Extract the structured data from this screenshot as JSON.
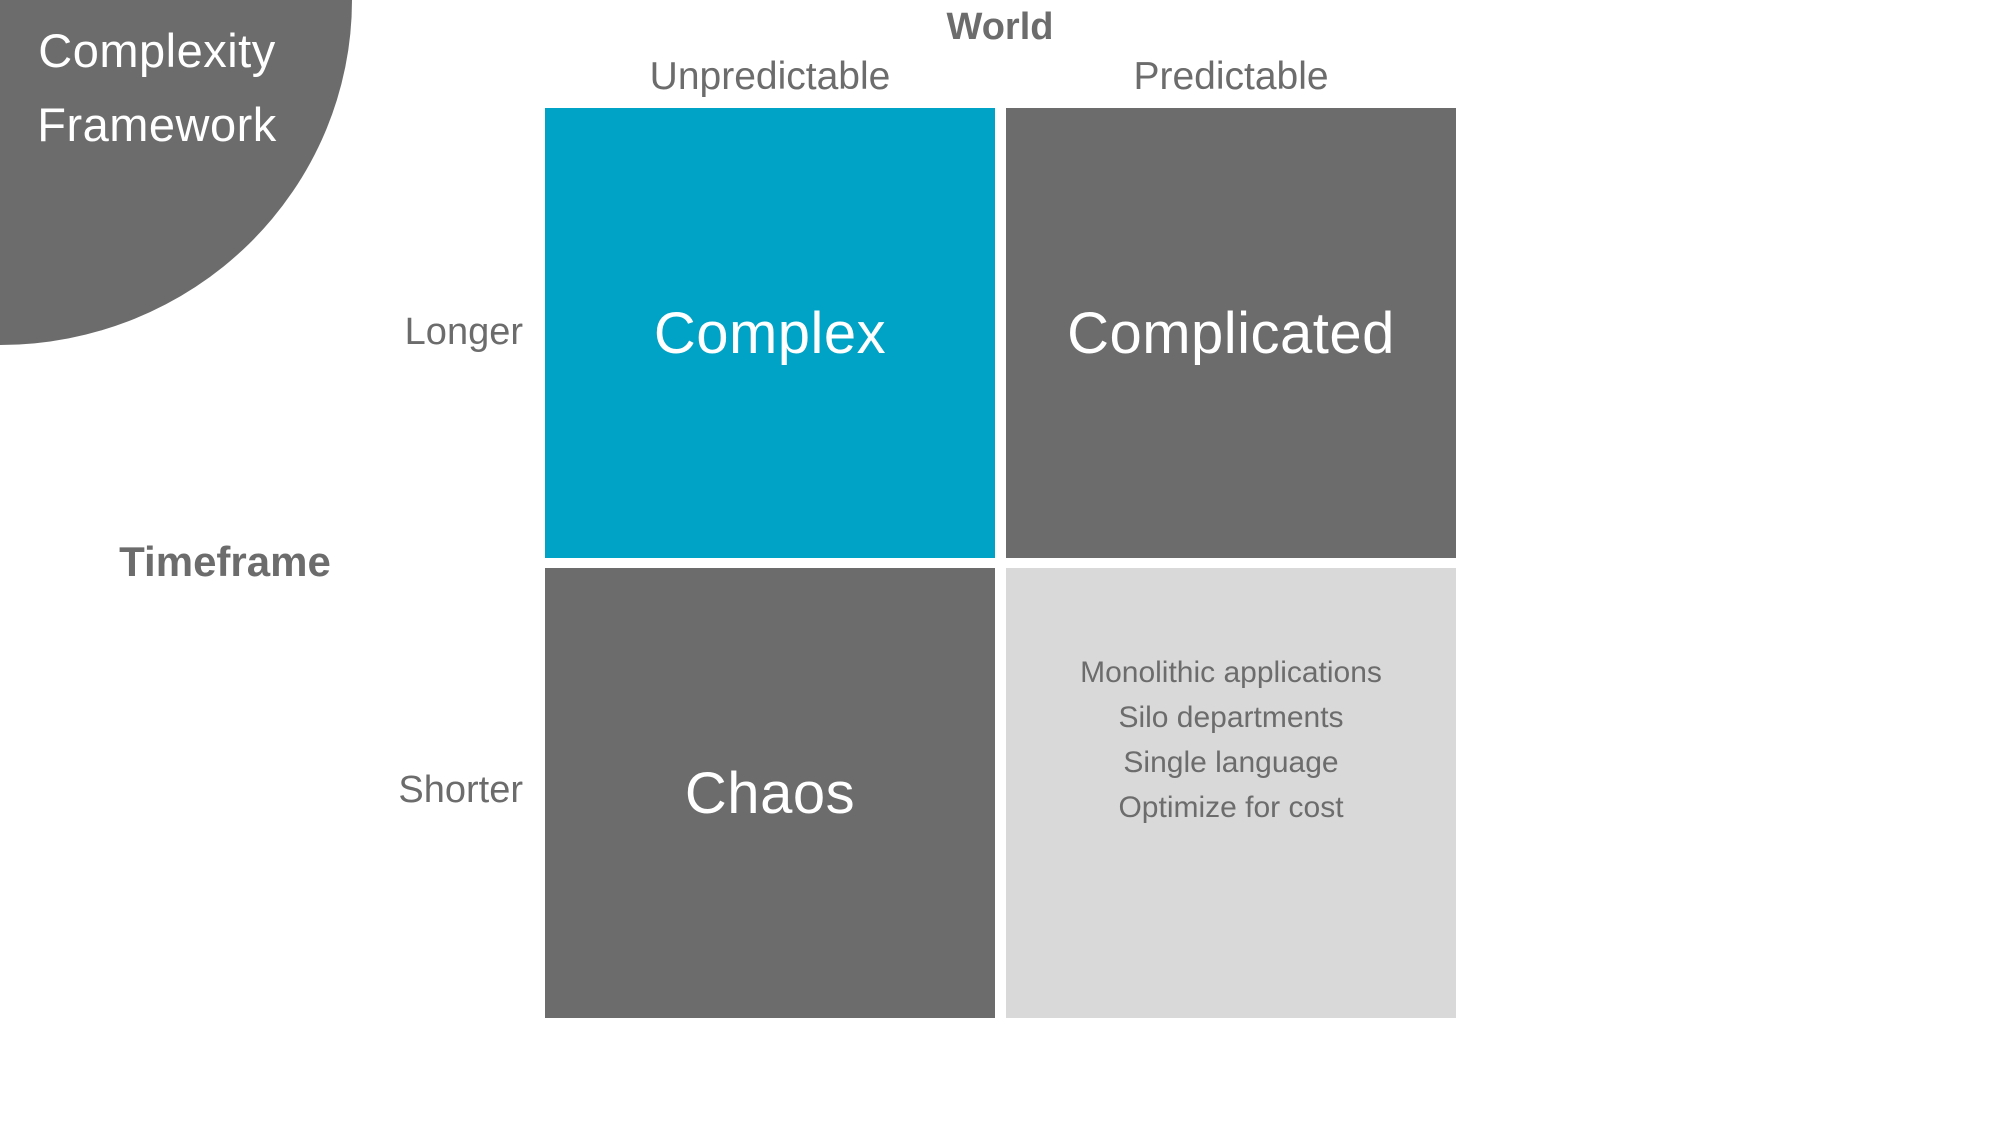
{
  "slide": {
    "badge": {
      "line1": "Complexity",
      "line2": "Framework"
    },
    "x_axis": {
      "title": "World",
      "left_header": "Unpredictable",
      "right_header": "Predictable"
    },
    "y_axis": {
      "title": "Timeframe",
      "top_header": "Longer",
      "bottom_header": "Shorter"
    },
    "quadrants": {
      "top_left": {
        "label": "Complex"
      },
      "top_right": {
        "label": "Complicated"
      },
      "bottom_left": {
        "label": "Chaos"
      },
      "bottom_right": {
        "items": [
          "Monolithic applications",
          "Silo departments",
          "Single language",
          "Optimize for cost"
        ]
      }
    },
    "colors": {
      "accent_cyan": "#00A3C6",
      "dark_gray": "#6C6C6C",
      "light_gray": "#D9D9D9",
      "text_gray": "#6C6C6C",
      "white": "#FFFFFF"
    }
  }
}
